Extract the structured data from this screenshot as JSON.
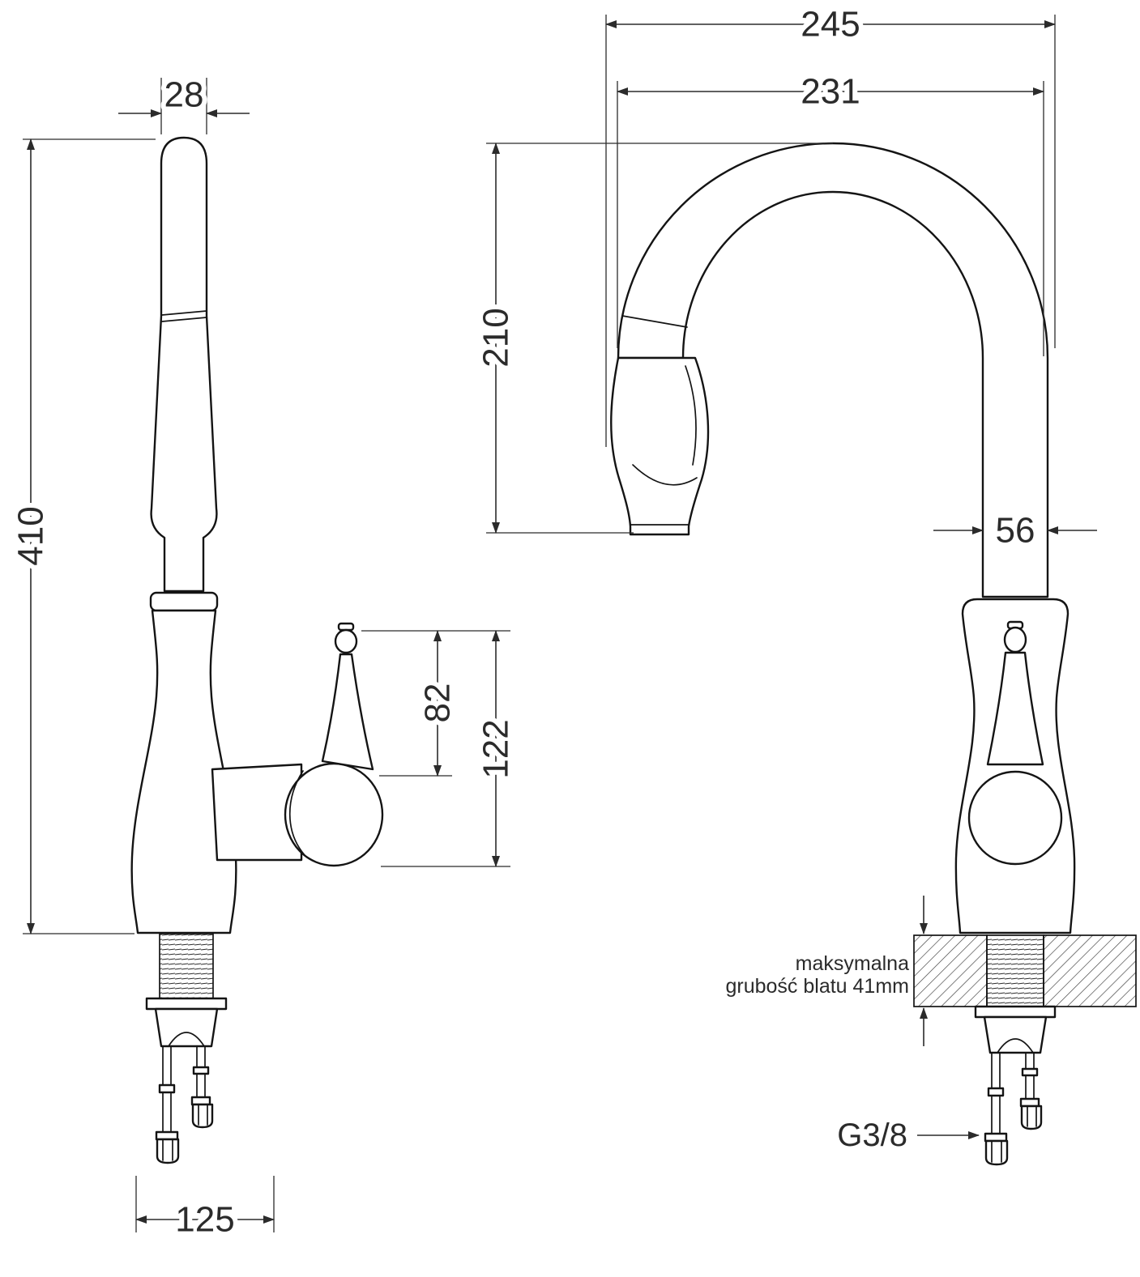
{
  "side_view": {
    "dims": {
      "spout_top_width": "28",
      "total_height": "410",
      "handle_upper_height": "82",
      "handle_total_height": "122",
      "base_width": "125"
    }
  },
  "front_view": {
    "dims": {
      "total_reach": "245",
      "spout_reach": "231",
      "spout_height": "210",
      "column_width": "56"
    },
    "notes": {
      "counter_note_line1": "maksymalna",
      "counter_note_line2": "grubość blatu 41mm",
      "connection_thread": "G3/8"
    }
  }
}
